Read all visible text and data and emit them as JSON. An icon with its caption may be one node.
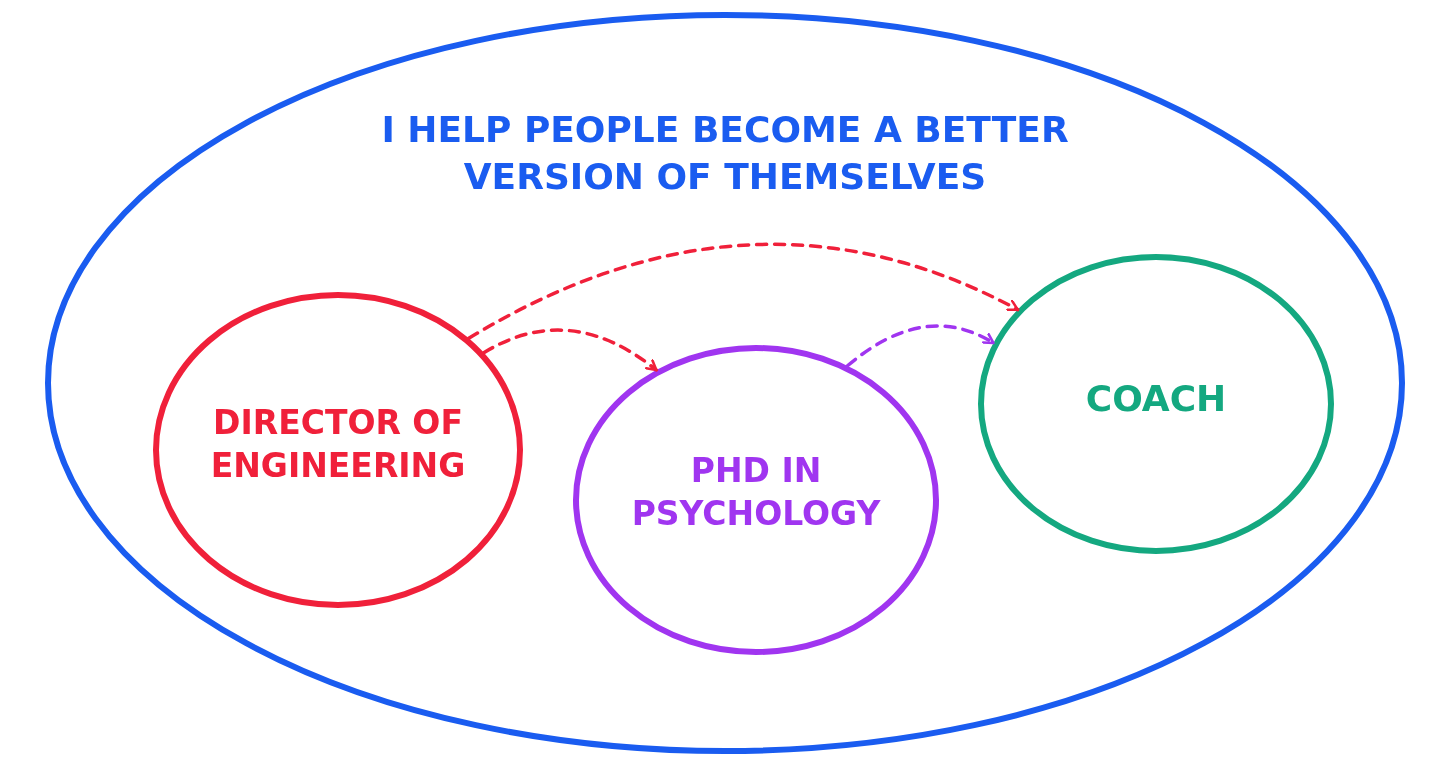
{
  "diagram": {
    "nodes": [
      {
        "text": [
          "I HELP PEOPLE BECOME A BETTER VERSION OF THEMSELVES"
        ]
      },
      {
        "text": [
          "DIRECTOR OF ENGINEERING"
        ],
        "in": 0
      },
      {
        "text": [
          "PHD IN PSYCHOLOGY"
        ],
        "in": 0
      },
      {
        "text": [
          "COACH"
        ],
        "in": 0
      }
    ],
    "edges": [
      {
        "from": 1,
        "to": 3,
        "arrow": "to",
        "style": "dashed"
      },
      {
        "from": 1,
        "to": 2,
        "arrow": "to",
        "style": "dashed"
      },
      {
        "from": 2,
        "to": 3,
        "arrow": "to",
        "style": "dashed",
        "color": "#a035f0"
      }
    ]
  }
}
